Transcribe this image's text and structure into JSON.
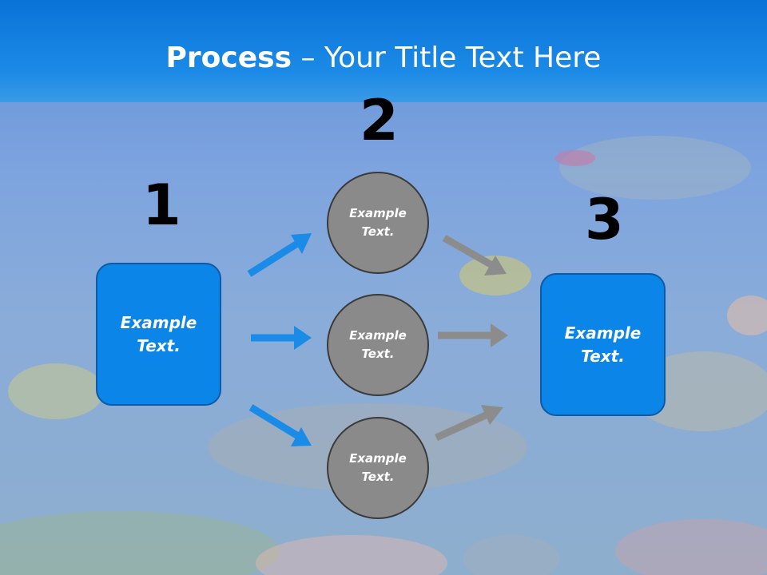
{
  "title": {
    "bold": "Process",
    "rest": " – Your Title Text Here"
  },
  "steps": {
    "one": "1",
    "two": "2",
    "three": "3"
  },
  "left_box": "Example\nText.",
  "right_box": "Example\nText.",
  "circles": [
    "Example\nText.",
    "Example\nText.",
    "Example\nText."
  ],
  "colors": {
    "blue_arrow": "#1a8be6",
    "gray_arrow": "#8c8c8c",
    "box_fill": "#0b86e8",
    "circle_fill": "#8a8a8a"
  }
}
